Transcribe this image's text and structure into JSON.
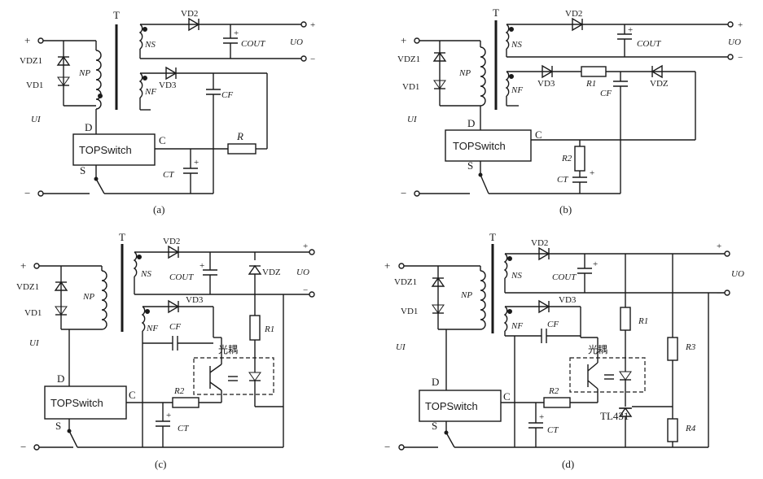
{
  "labels": {
    "transformer": "T",
    "plus": "+",
    "minus": "−",
    "vdz1": "VDZ1",
    "vd1": "VD1",
    "ui": "UI",
    "np": "NP",
    "ns": "NS",
    "nf": "NF",
    "vd2": "VD2",
    "vd3": "VD3",
    "vdz": "VDZ",
    "cout": "COUT",
    "uo": "UO",
    "cf": "CF",
    "ct": "CT",
    "r": "R",
    "r1": "R1",
    "r2": "R2",
    "r3": "R3",
    "r4": "R4",
    "d": "D",
    "c": "C",
    "s": "S",
    "chip": "TOPSwitch",
    "optocoupler": "光耦",
    "tl431": "TL431"
  },
  "captions": [
    "(a)",
    "(b)",
    "(c)",
    "(d)"
  ]
}
